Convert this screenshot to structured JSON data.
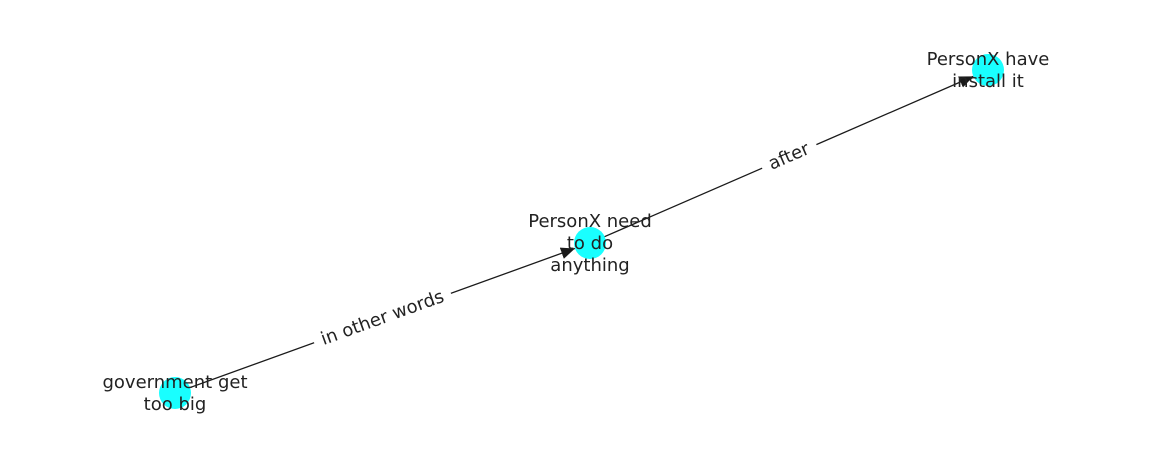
{
  "colors": {
    "node": "#19ffff",
    "edge": "#1a1a1a",
    "text": "#222222",
    "background": "#ffffff"
  },
  "nodes": [
    {
      "id": "n1",
      "lines": [
        "PersonX have",
        "install it"
      ]
    },
    {
      "id": "n2",
      "lines": [
        "PersonX need",
        "to do",
        "anything"
      ]
    },
    {
      "id": "n3",
      "lines": [
        "government get",
        "too big"
      ]
    }
  ],
  "edges": [
    {
      "from": "n3",
      "to": "n2",
      "label": "in other words"
    },
    {
      "from": "n2",
      "to": "n1",
      "label": "after"
    }
  ]
}
